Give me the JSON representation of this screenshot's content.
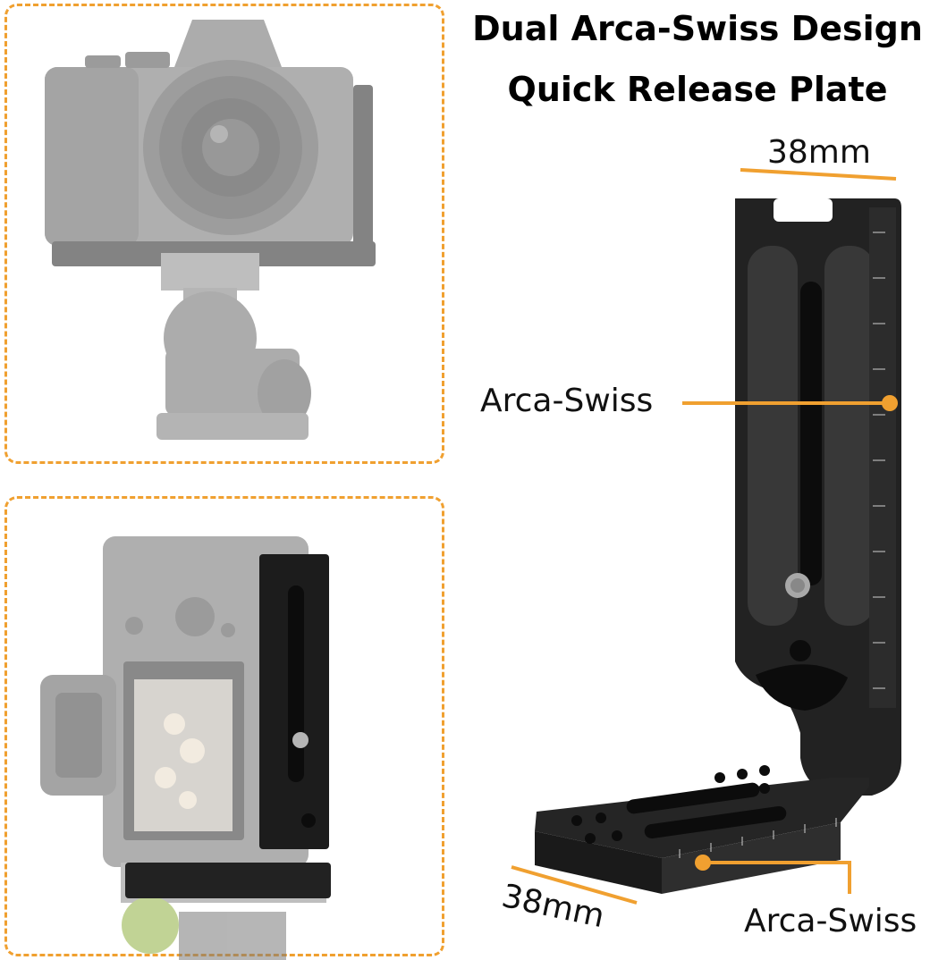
{
  "heading": {
    "line1": "Dual Arca-Swiss Design",
    "line2": "Quick Release Plate"
  },
  "dimensions": {
    "vertical_width": "38mm",
    "base_width": "38mm"
  },
  "callouts": {
    "vertical_rail": "Arca-Swiss",
    "base_rail": "Arca-Swiss"
  },
  "colors": {
    "accent": "#f0a030",
    "plate": "#2a2a2a",
    "camera_fade": "#9a9a9a"
  }
}
